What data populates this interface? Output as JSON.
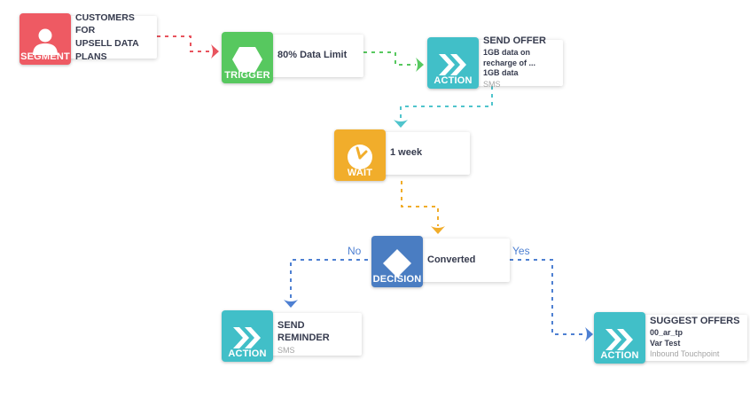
{
  "edge_labels": {
    "no": "No",
    "yes": "Yes"
  },
  "colors": {
    "segment": "#ee5a63",
    "trigger": "#57c85f",
    "action": "#41bfc8",
    "wait": "#f1ad2b",
    "decision": "#4a7dc2",
    "edge_red": "#e8545e",
    "edge_green": "#57c85f",
    "edge_teal": "#4fc4cc",
    "edge_orange": "#f1ad2b",
    "edge_blue": "#4e80d2"
  },
  "nodes": [
    {
      "type_label": "SEGMENT",
      "icon": "user-icon",
      "color": "#ee5a63",
      "title_line1": "CUSTOMERS FOR",
      "title_line2": "UPSELL DATA PLANS"
    },
    {
      "type_label": "TRIGGER",
      "icon": "hexagon-icon",
      "color": "#57c85f",
      "title": "80% Data Limit"
    },
    {
      "type_label": "ACTION",
      "icon": "fast-forward-icon",
      "color": "#41bfc8",
      "title": "SEND OFFER",
      "detail1": "1GB data on recharge of ...",
      "detail2": "1GB data",
      "channel": "SMS"
    },
    {
      "type_label": "WAIT",
      "icon": "clock-icon",
      "color": "#f1ad2b",
      "title": "1 week"
    },
    {
      "type_label": "DECISION",
      "icon": "diamond-icon",
      "color": "#4a7dc2",
      "title": "Converted"
    },
    {
      "type_label": "ACTION",
      "icon": "fast-forward-icon",
      "color": "#41bfc8",
      "title": "SEND REMINDER",
      "channel": "SMS"
    },
    {
      "type_label": "ACTION",
      "icon": "fast-forward-icon",
      "color": "#41bfc8",
      "title": "SUGGEST OFFERS",
      "detail1": "00_ar_tp",
      "detail2": "Var Test",
      "channel": "Inbound Touchpoint"
    }
  ],
  "edges": [
    {
      "from": "segment",
      "to": "trigger",
      "color": "#e8545e"
    },
    {
      "from": "trigger",
      "to": "send-offer",
      "color": "#57c85f"
    },
    {
      "from": "send-offer",
      "to": "wait",
      "color": "#4fc4cc"
    },
    {
      "from": "wait",
      "to": "decision",
      "color": "#f1ad2b"
    },
    {
      "from": "decision",
      "to": "send-reminder",
      "color": "#4e80d2",
      "label": "No"
    },
    {
      "from": "decision",
      "to": "suggest-offers",
      "color": "#4e80d2",
      "label": "Yes"
    }
  ]
}
